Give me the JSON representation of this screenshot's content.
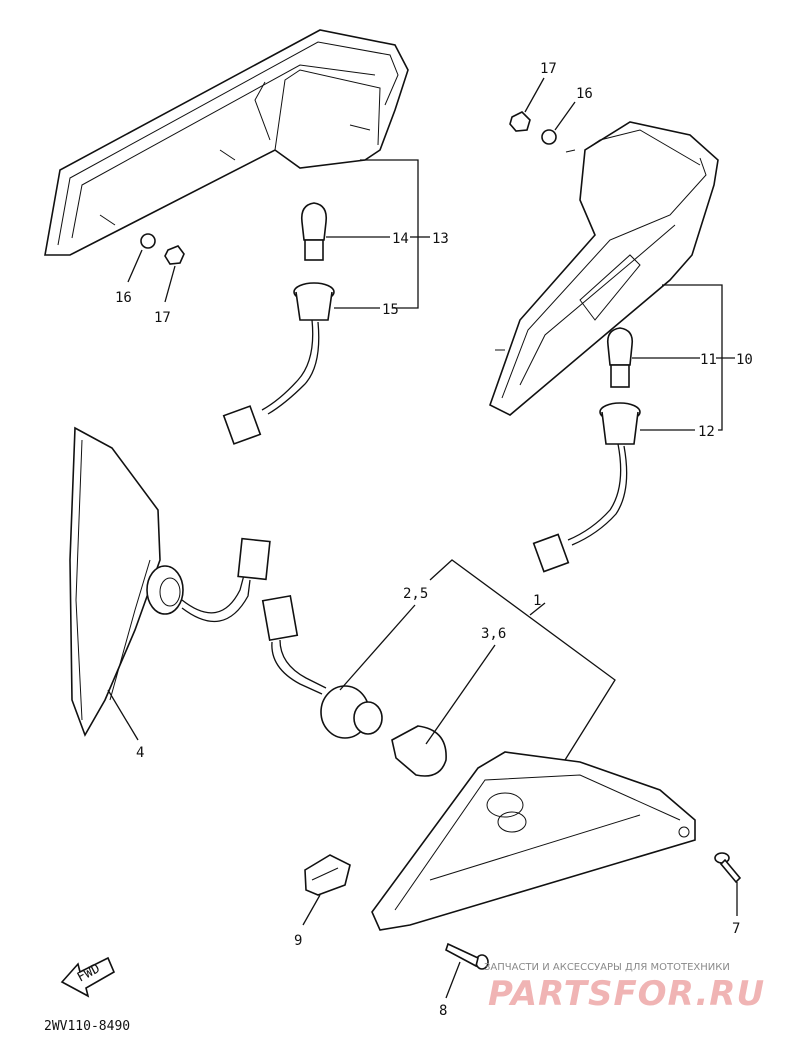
{
  "labels": {
    "l1": "1",
    "l25": "2,5",
    "l36": "3,6",
    "l4": "4",
    "l7": "7",
    "l8": "8",
    "l9": "9",
    "l10": "10",
    "l11": "11",
    "l12": "12",
    "l13": "13",
    "l14": "14",
    "l15": "15",
    "l16a": "16",
    "l16b": "16",
    "l17a": "17",
    "l17b": "17"
  },
  "diagram_code": "2WV110-8490",
  "fwd_arrow_text": "FWD",
  "watermark": {
    "caption": "ЗАПЧАСТИ И АКСЕССУАРЫ ДЛЯ МОТОТЕХНИКИ",
    "logo_text": "PARTSFOR.RU"
  }
}
